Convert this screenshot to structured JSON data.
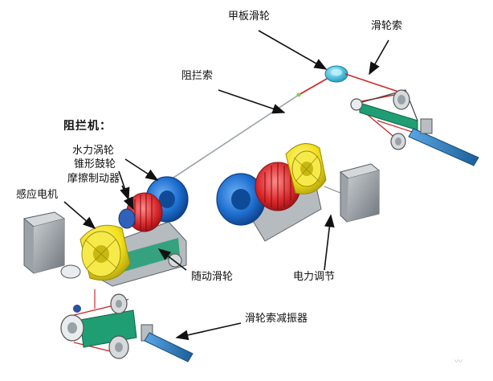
{
  "labels": {
    "deck_sheave": "甲板滑轮",
    "sheave_cable": "滑轮索",
    "arrest_cable": "阻拦索",
    "arrester_title": "阻拦机：",
    "water_turbine": "水力涡轮",
    "cone_drum": "锥形鼓轮",
    "friction_brake": "摩擦制动器",
    "induction_motor": "感应电机",
    "follower_sheave": "随动滑轮",
    "power_regulation": "电力调节",
    "sheave_damper": "滑轮索减振器"
  },
  "colors": {
    "cable": "#cc2a2a",
    "arrest_cable": "#9aa3a8",
    "turbine_blue": "#1e6fd0",
    "housing_yellow": "#f2e01a",
    "brake_red": "#d8262a",
    "motor_gray": "#8d9398",
    "pointer": "#111111",
    "sheave_cyan": "#39c3e6",
    "damper_green": "#1f9e73",
    "rod_blue": "#2a7fc6"
  }
}
